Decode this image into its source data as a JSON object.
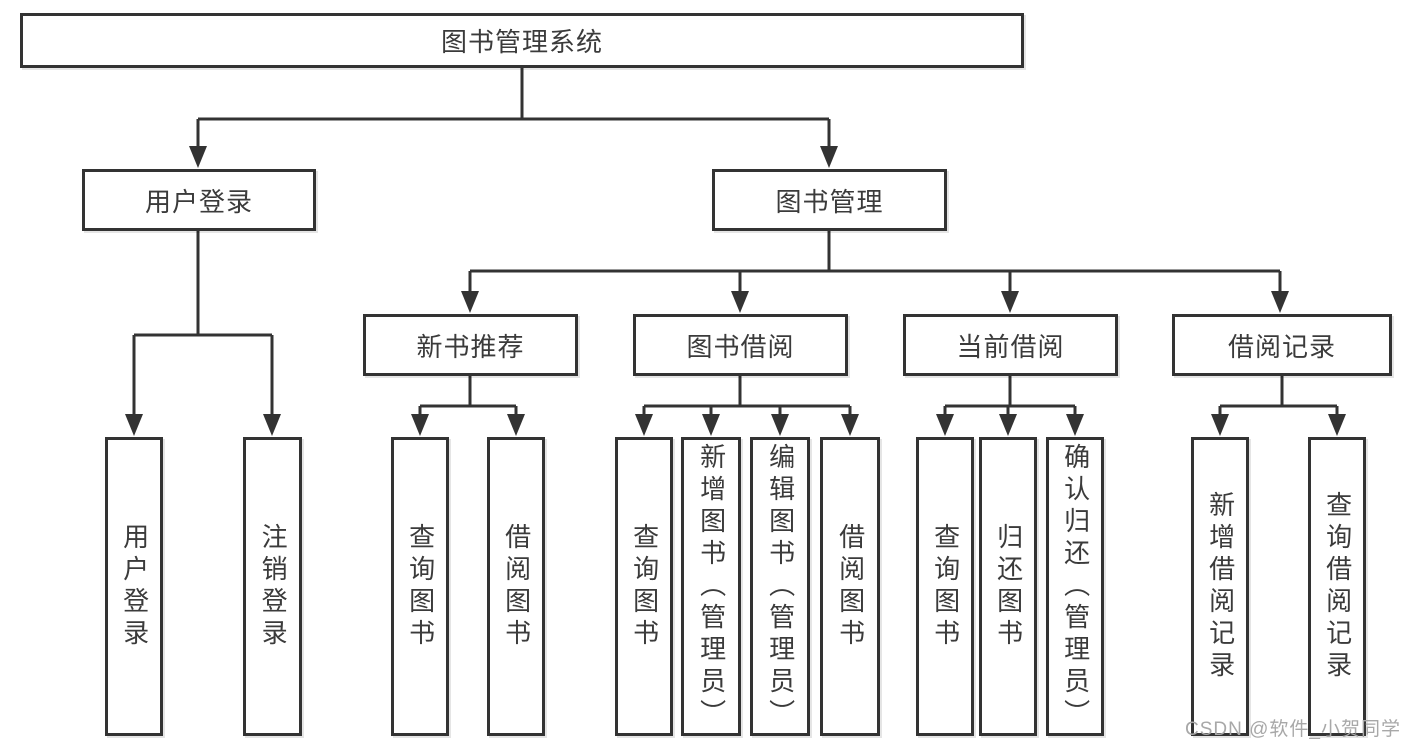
{
  "diagram": {
    "root": {
      "label": "图书管理系统",
      "children": [
        {
          "label": "用户登录",
          "children": [
            {
              "label": "用户登录"
            },
            {
              "label": "注销登录"
            }
          ]
        },
        {
          "label": "图书管理",
          "children": [
            {
              "label": "新书推荐",
              "children": [
                {
                  "label": "查询图书"
                },
                {
                  "label": "借阅图书"
                }
              ]
            },
            {
              "label": "图书借阅",
              "children": [
                {
                  "label": "查询图书"
                },
                {
                  "label": "新增图书（管理员）"
                },
                {
                  "label": "编辑图书（管理员）"
                },
                {
                  "label": "借阅图书"
                }
              ]
            },
            {
              "label": "当前借阅",
              "children": [
                {
                  "label": "查询图书"
                },
                {
                  "label": "归还图书"
                },
                {
                  "label": "确认归还（管理员）"
                }
              ]
            },
            {
              "label": "借阅记录",
              "children": [
                {
                  "label": "新增借阅记录"
                },
                {
                  "label": "查询借阅记录"
                }
              ]
            }
          ]
        }
      ]
    }
  },
  "watermark": {
    "text": "CSDN @软件_小贺同学"
  },
  "colors": {
    "line": "#333333",
    "border": "#333333",
    "text": "#3b3b3b",
    "watermark": "#a8a8a8",
    "bg": "#ffffff"
  }
}
